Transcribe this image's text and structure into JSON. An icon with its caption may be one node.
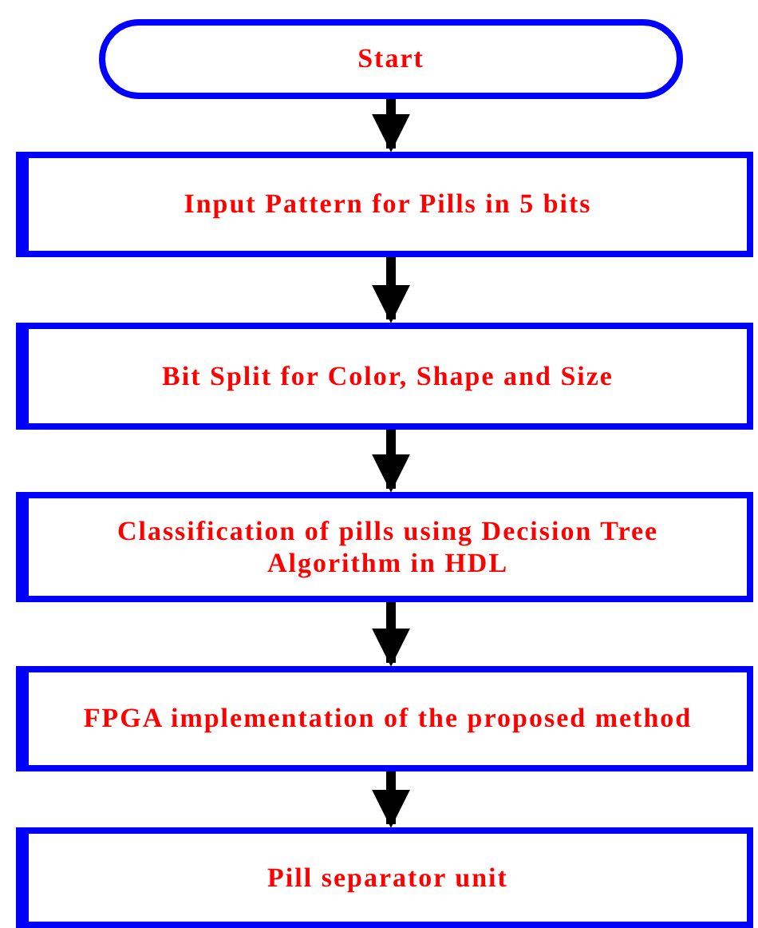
{
  "diagram": {
    "nodes": [
      {
        "text": [
          "Start"
        ]
      },
      {
        "text": [
          "Input Pattern for Pills in 5 bits"
        ]
      },
      {
        "text": [
          "Bit Split for Color, Shape and Size"
        ]
      },
      {
        "text": [
          "Classification of pills using Decision Tree Algorithm in HDL"
        ]
      },
      {
        "text": [
          "FPGA implementation of the proposed method"
        ]
      },
      {
        "text": [
          "Pill separator unit"
        ]
      }
    ],
    "edges": [
      {
        "from": 0,
        "to": 1,
        "arrow": "to"
      },
      {
        "from": 1,
        "to": 2,
        "arrow": "to"
      },
      {
        "from": 2,
        "to": 3,
        "arrow": "to"
      },
      {
        "from": 3,
        "to": 4,
        "arrow": "to"
      },
      {
        "from": 4,
        "to": 5,
        "arrow": "to"
      }
    ]
  }
}
